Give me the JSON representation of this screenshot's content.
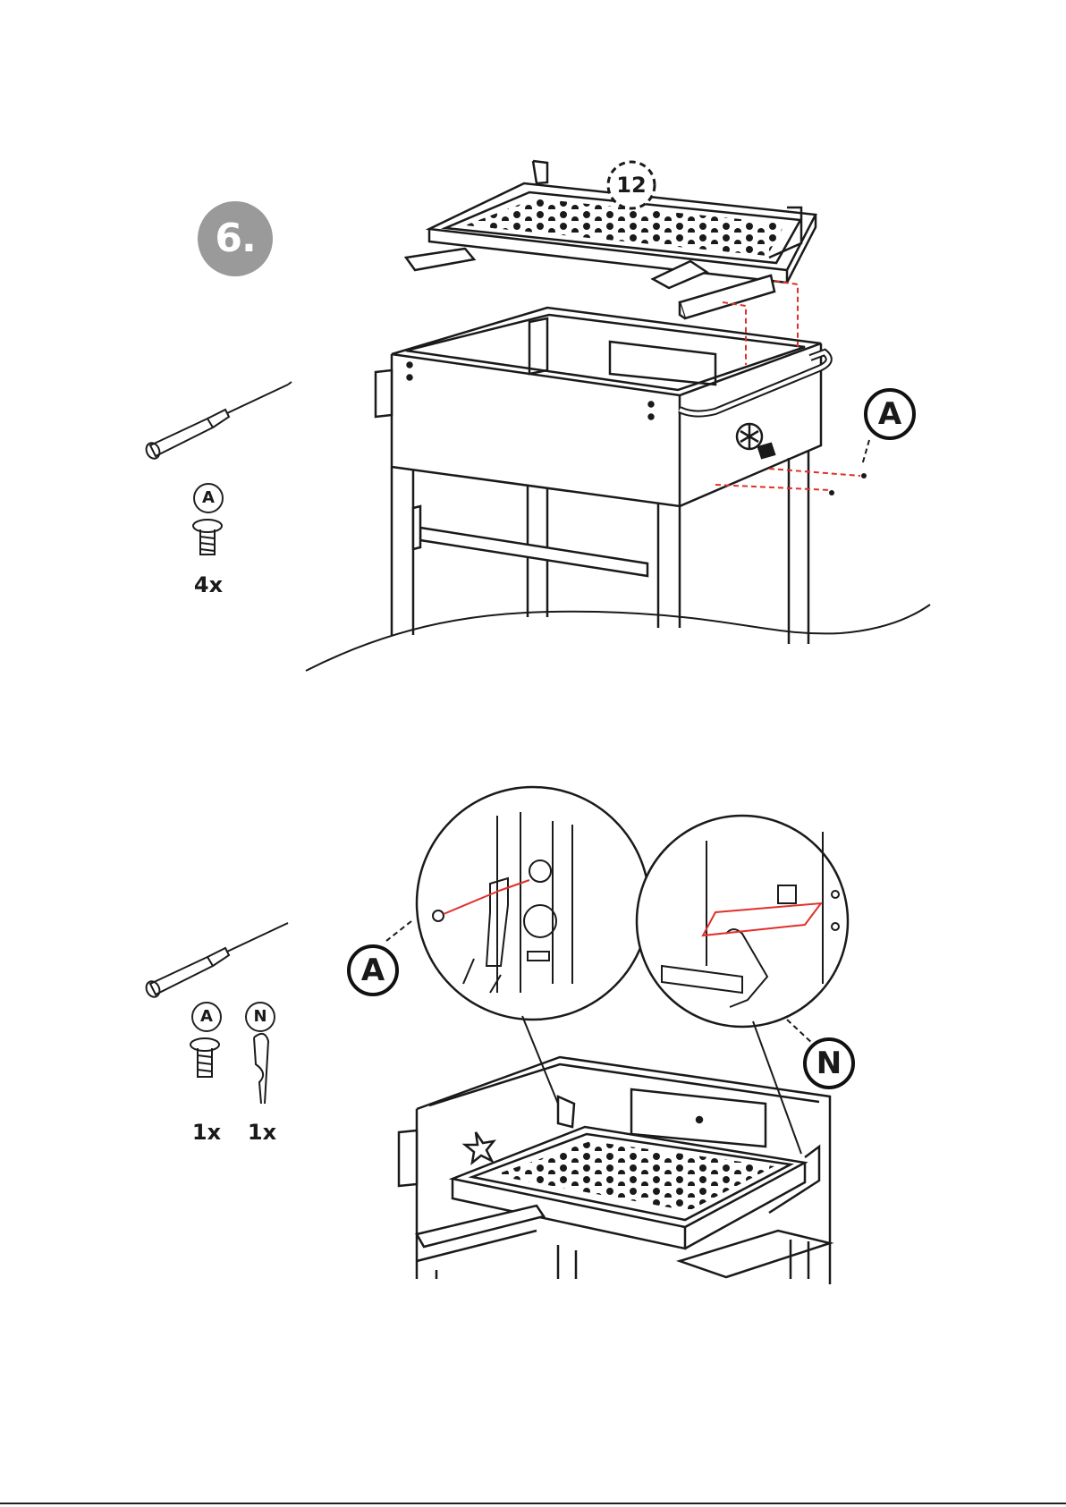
{
  "step": {
    "number": "6."
  },
  "top_panel": {
    "pan_callout": "12",
    "screw_label": "A",
    "screw_qty": "4x",
    "callout_letter": "A"
  },
  "bottom_panel": {
    "screw_label": "A",
    "clip_label": "N",
    "screw_qty": "1x",
    "clip_qty": "1x",
    "callout_left": "A",
    "callout_right": "N"
  },
  "colors": {
    "line": "#1a1a1a",
    "guide": "#e0302a",
    "badge": "#9a9a9a"
  }
}
